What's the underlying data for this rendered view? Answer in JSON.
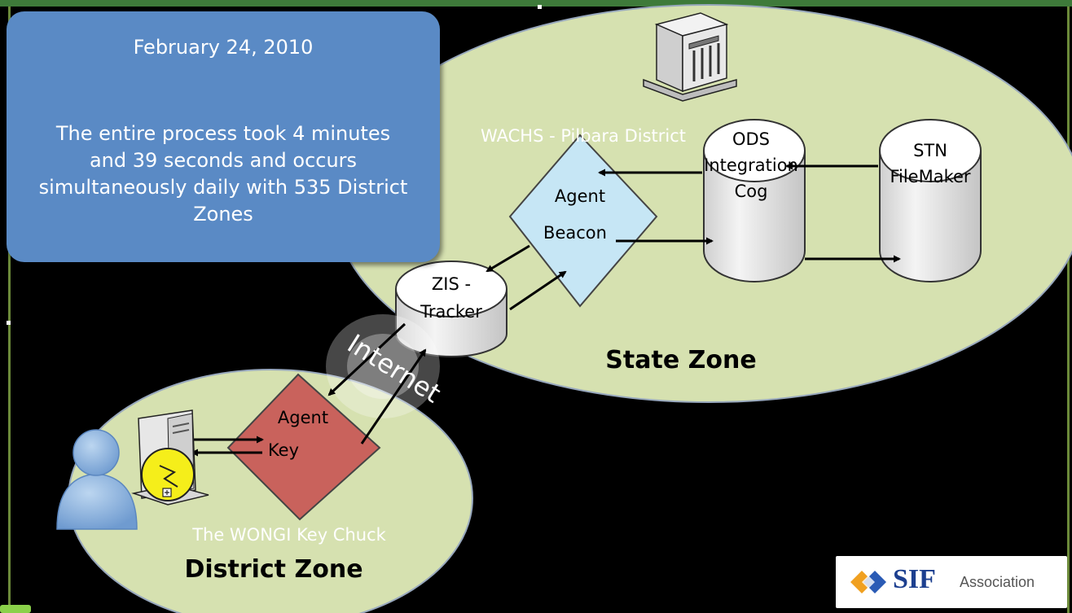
{
  "callout": {
    "date": "February 24, 2010",
    "lines": [
      "The entire process took 4 minutes",
      "and 39 seconds and occurs",
      "simultaneously daily with 535 District",
      "Zones"
    ]
  },
  "zones": {
    "state_zone": "State Zone",
    "district_zone": "District Zone",
    "state_site": "WACHS - Pilbara District",
    "district_site": "The WONGI Key Chuck"
  },
  "nodes": {
    "ods": [
      "ODS",
      "Integration",
      "Cog"
    ],
    "stn": [
      "STN",
      "FileMaker"
    ],
    "agent_beacon": [
      "Agent",
      "Beacon"
    ],
    "zis_tracker": [
      "ZIS -",
      "Tracker"
    ],
    "agent_key": [
      "Agent",
      "Key"
    ]
  },
  "internet_label": "Internet",
  "logo": {
    "sif": "SIF",
    "association": "Association"
  },
  "colors": {
    "background": "#000000",
    "zone_fill": "#d6e1b0",
    "callout": "#5a8ac5",
    "beacon": "#c6e6f5",
    "key": "#c9625c",
    "cylinder": "#e6e6e6"
  }
}
